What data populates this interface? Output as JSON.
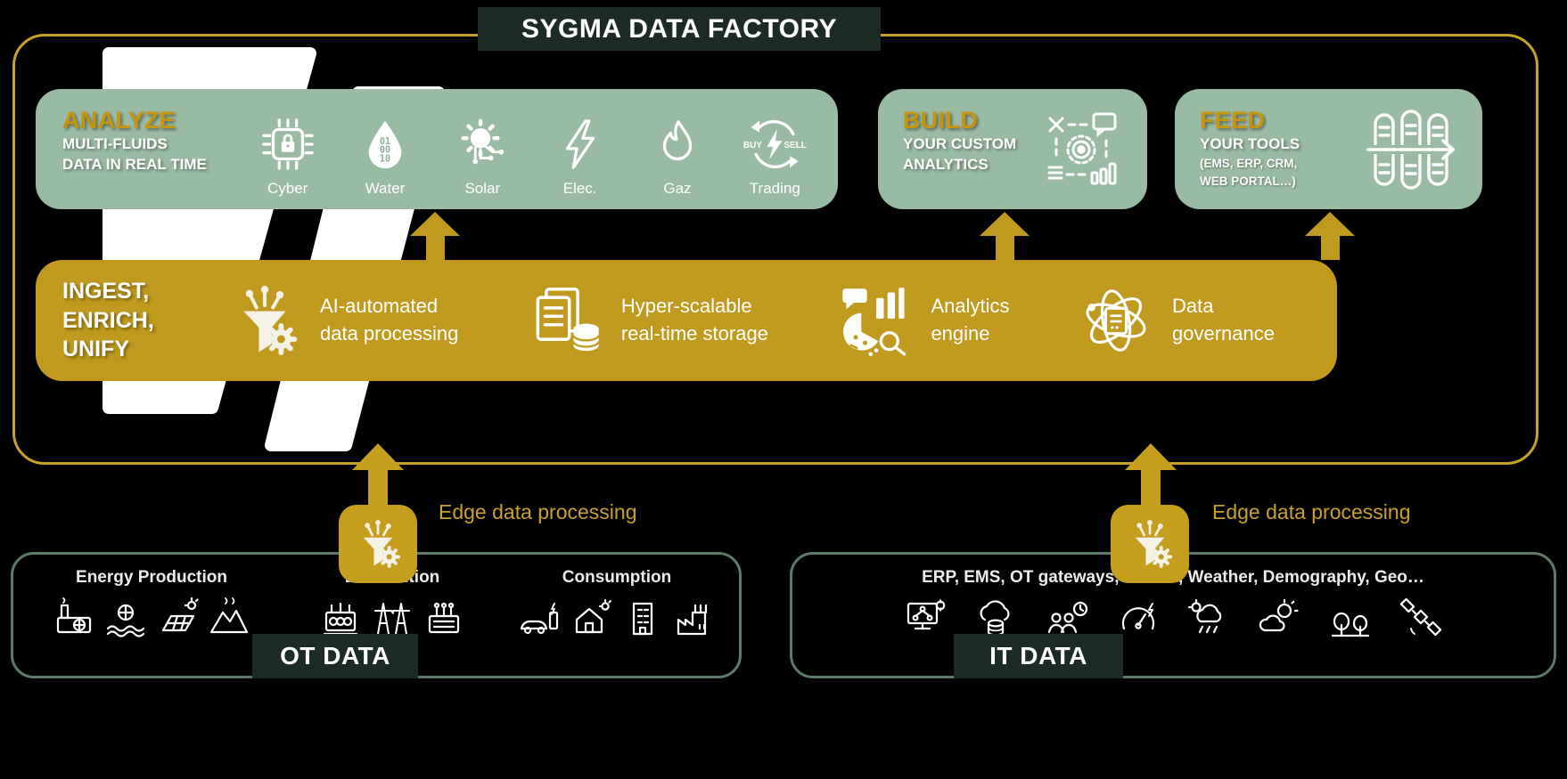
{
  "title": "SYGMA DATA FACTORY",
  "colors": {
    "gold": "#BF9A1E",
    "gold_border": "#C9A227",
    "sage_green": "#9ABBA3",
    "dark_panel": "#1D2B27",
    "box_border_green": "#5E7B68",
    "background": "#000000"
  },
  "analyze": {
    "heading": "ANALYZE",
    "sub1": "MULTI-FLUIDS",
    "sub2": "DATA IN REAL TIME",
    "items": [
      {
        "label": "Cyber",
        "icon": "chip-lock-icon"
      },
      {
        "label": "Water",
        "icon": "water-drop-binary-icon"
      },
      {
        "label": "Solar",
        "icon": "solar-sun-circuit-icon"
      },
      {
        "label": "Elec.",
        "icon": "lightning-icon"
      },
      {
        "label": "Gaz",
        "icon": "flame-icon"
      },
      {
        "label": "Trading",
        "icon": "buy-sell-trading-icon"
      }
    ]
  },
  "build": {
    "heading": "BUILD",
    "sub1": "YOUR CUSTOM",
    "sub2": "ANALYTICS",
    "icon": "custom-analytics-icon"
  },
  "feed": {
    "heading": "FEED",
    "sub1": "YOUR TOOLS",
    "sub2": "(EMS, ERP, CRM,",
    "sub3": "WEB PORTAL…)",
    "icon": "data-flow-columns-icon"
  },
  "ingest": {
    "heading1": "INGEST,",
    "heading2": "ENRICH,",
    "heading3": "UNIFY",
    "items": [
      {
        "line1": "AI-automated",
        "line2": "data processing",
        "icon": "funnel-gear-icon"
      },
      {
        "line1": "Hyper-scalable",
        "line2": "real-time storage",
        "icon": "documents-database-icon"
      },
      {
        "line1": "Analytics",
        "line2": "engine",
        "icon": "chart-magnifier-icon"
      },
      {
        "line1": "Data",
        "line2": "governance",
        "icon": "orbit-document-icon"
      }
    ]
  },
  "edge_left": {
    "label": "Edge data processing",
    "icon": "funnel-gear-icon"
  },
  "edge_right": {
    "label": "Edge data processing",
    "icon": "funnel-gear-icon"
  },
  "ot": {
    "label": "OT DATA",
    "groups": [
      {
        "title": "Energy Production",
        "icons": [
          "thermal-plant-icon",
          "hydro-plant-icon",
          "solar-panel-icon",
          "geothermal-icon"
        ]
      },
      {
        "title": "Distribution",
        "icons": [
          "transformer-icon",
          "transmission-towers-icon",
          "substation-icon"
        ]
      },
      {
        "title": "Consumption",
        "icons": [
          "ev-charging-icon",
          "smart-home-icon",
          "building-icon",
          "factory-icon"
        ]
      }
    ]
  },
  "it": {
    "label": "IT DATA",
    "header": "ERP, EMS, OT gateways, Market, Weather, Demography, Geo…",
    "icons": [
      "monitor-network-icon",
      "cloud-database-icon",
      "team-clock-icon",
      "gauge-bolt-icon",
      "storm-rain-icon",
      "sun-cloud-icon",
      "trees-icon",
      "satellite-icon"
    ]
  }
}
